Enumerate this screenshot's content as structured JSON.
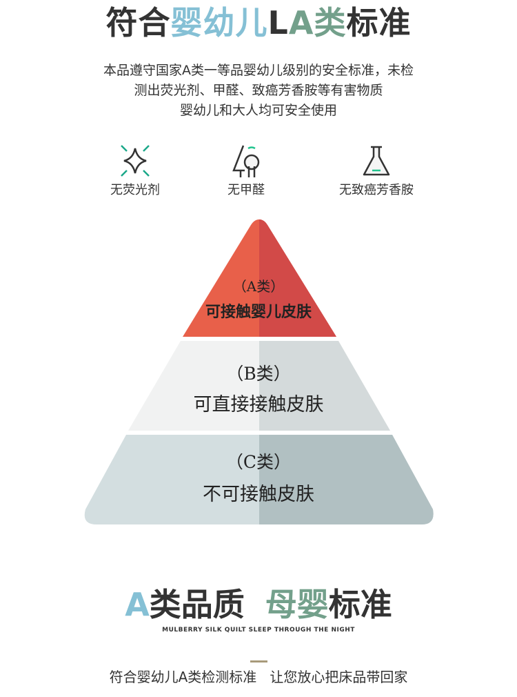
{
  "header": {
    "title_parts": [
      "符合",
      "婴幼儿",
      "L",
      "A类",
      "标准"
    ]
  },
  "description": [
    "本品遵守国家A类一等品婴幼儿级别的安全标准，未检",
    "测出荧光剂、甲醛、致癌芳香胺等有害物质",
    "婴幼儿和大人均可安全使用"
  ],
  "features": [
    {
      "label": "无荧光剂",
      "icon": "sparkle-icon"
    },
    {
      "label": "无甲醛",
      "icon": "tree-icon"
    },
    {
      "label": "无致癌芳香胺",
      "icon": "flask-icon"
    }
  ],
  "pyramid": [
    {
      "grade": "（A类）",
      "text": "可接触婴儿皮肤",
      "colors": [
        "#e8604a",
        "#d24a48"
      ]
    },
    {
      "grade": "（B类）",
      "text": "可直接接触皮肤",
      "colors": [
        "#f1f2f2",
        "#d4dadb"
      ]
    },
    {
      "grade": "（C类）",
      "text": "不可接触皮肤",
      "colors": [
        "#d3dee0",
        "#b1c0c2"
      ]
    }
  ],
  "slogan": {
    "parts": [
      "A",
      "类品质",
      "母婴",
      "标准"
    ],
    "subtitle": "MULBERRY SILK QUILT SLEEP THROUGH THE NIGHT"
  },
  "footer": "符合婴幼儿A类检测标准   让您放心把床品带回家"
}
